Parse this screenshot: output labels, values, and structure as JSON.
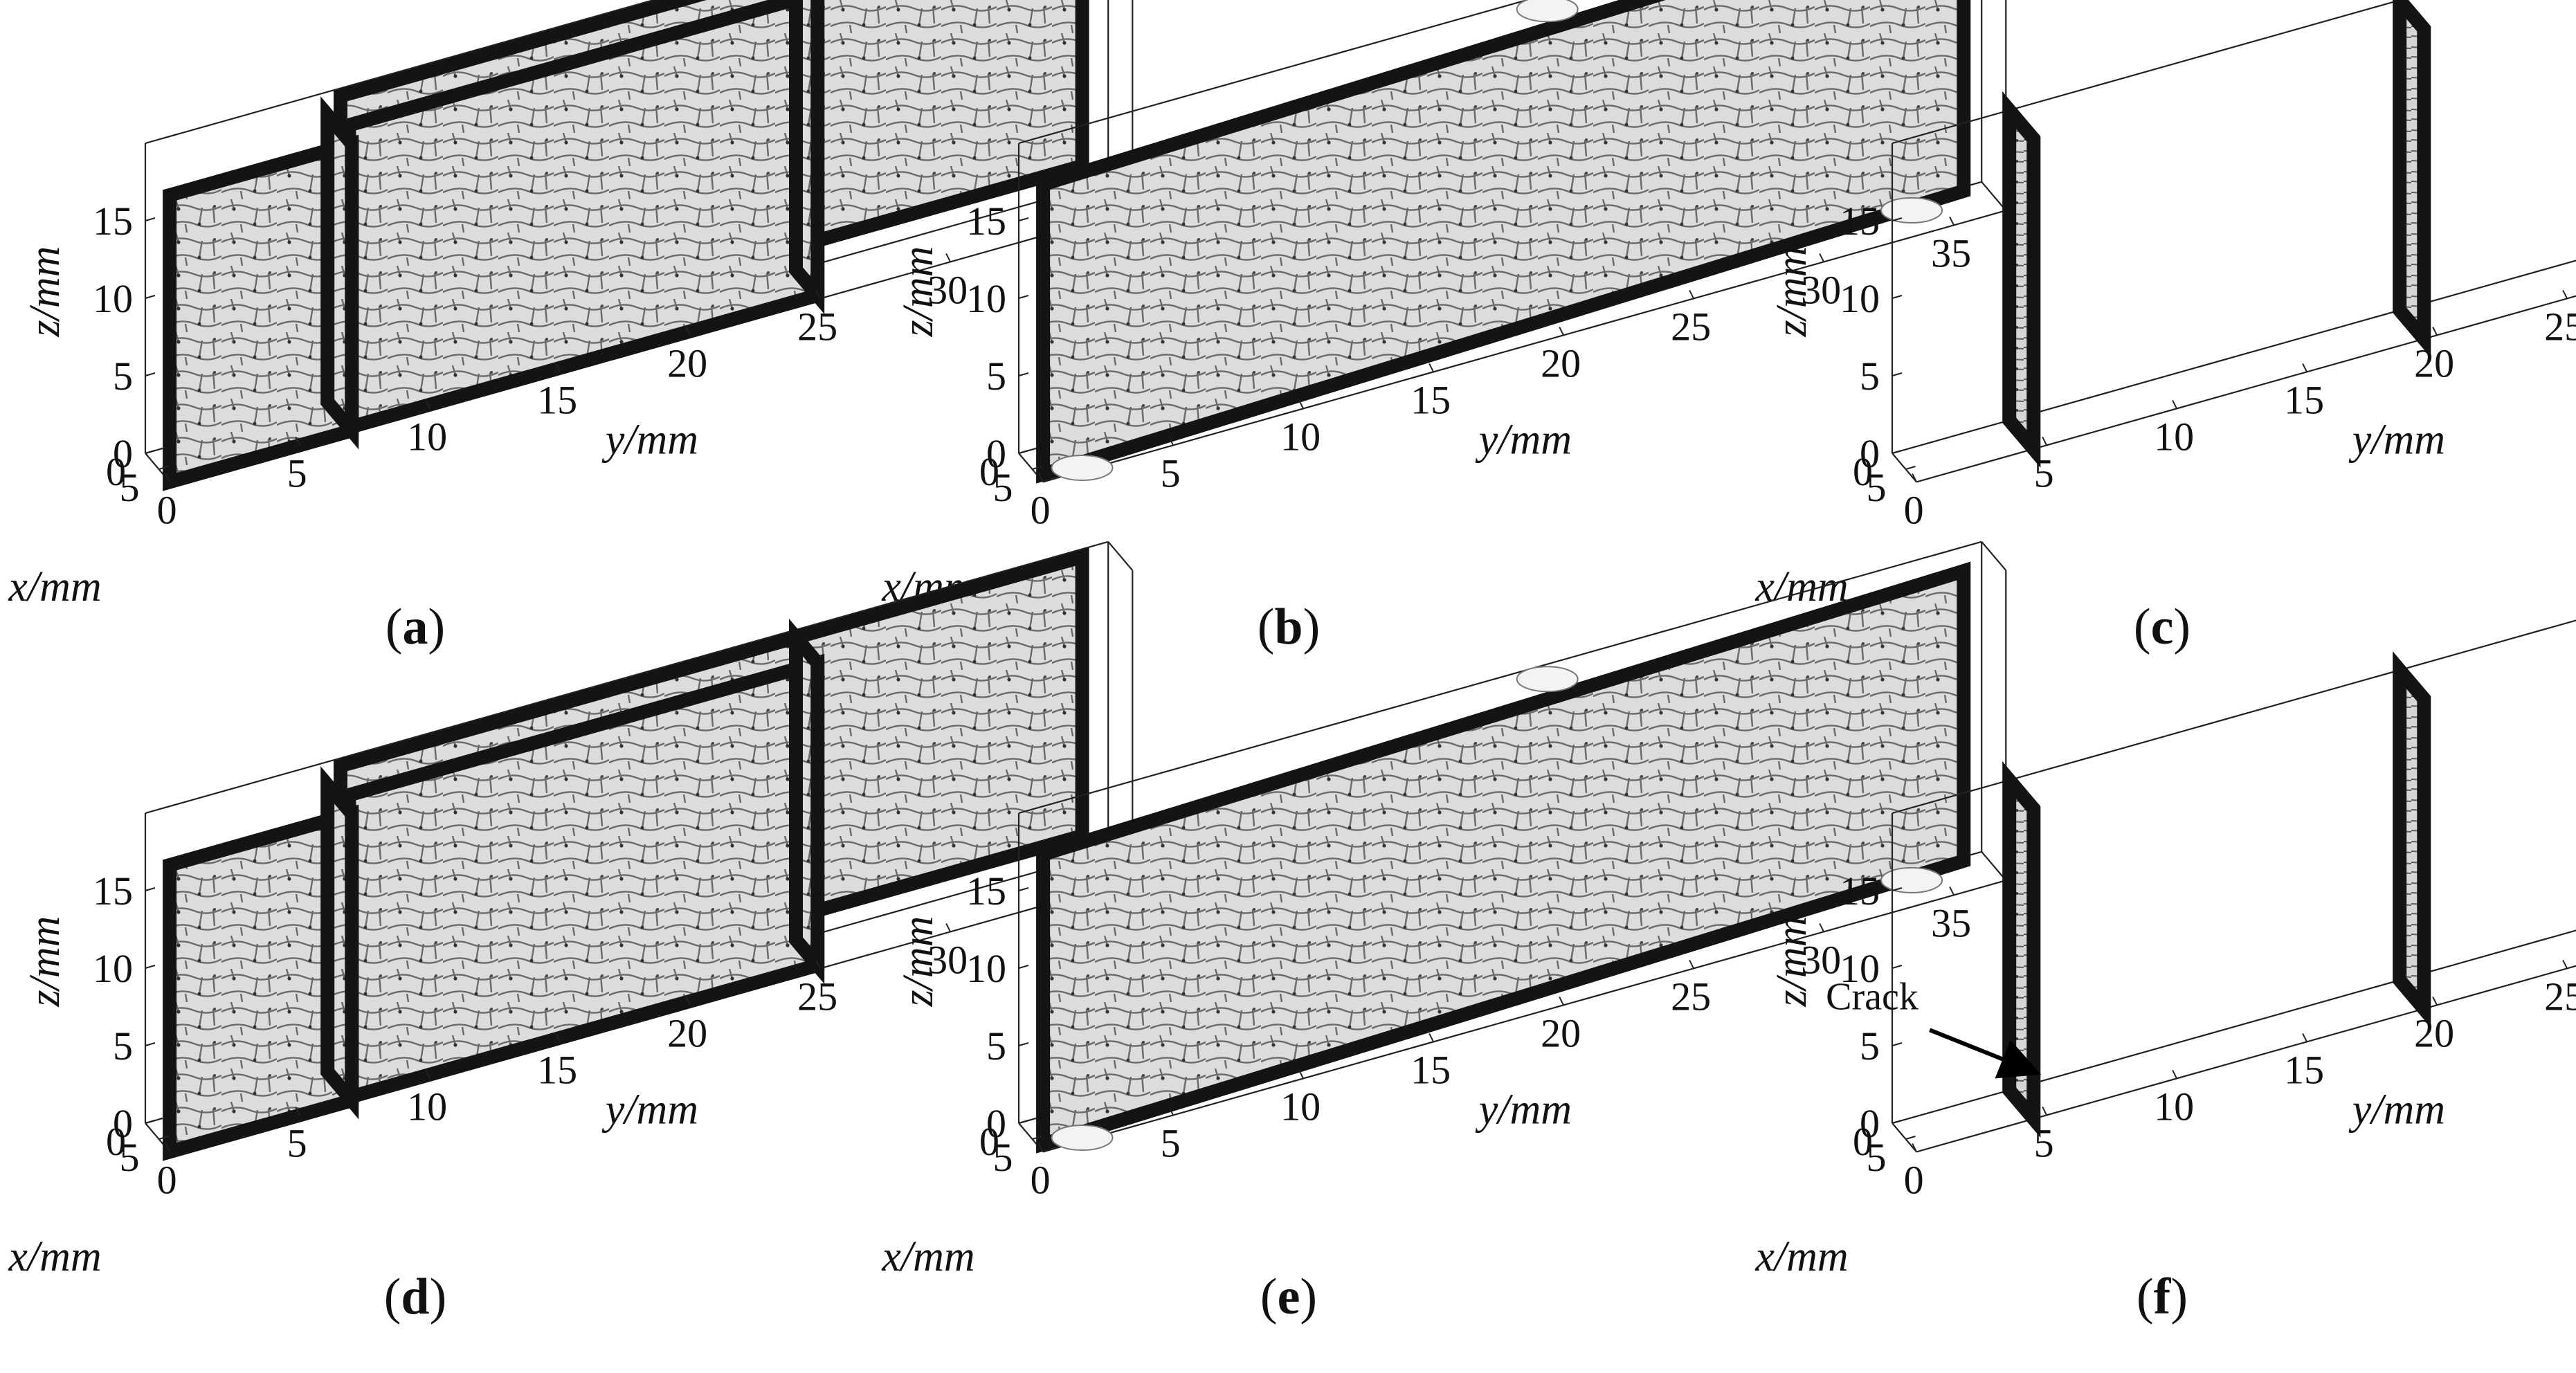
{
  "panels": [
    {
      "id": "a",
      "slices": "three-walls"
    },
    {
      "id": "b",
      "slices": "single-diagonal"
    },
    {
      "id": "c",
      "slices": "two-thin"
    },
    {
      "id": "d",
      "slices": "three-walls"
    },
    {
      "id": "e",
      "slices": "single-diagonal"
    },
    {
      "id": "f",
      "slices": "two-thin"
    }
  ],
  "captions": {
    "a": {
      "open": "(",
      "letter": "a",
      "close": ")"
    },
    "b": {
      "open": "(",
      "letter": "b",
      "close": ")"
    },
    "c": {
      "open": "(",
      "letter": "c",
      "close": ")"
    },
    "d": {
      "open": "(",
      "letter": "d",
      "close": ")"
    },
    "e": {
      "open": "(",
      "letter": "e",
      "close": ")"
    },
    "f": {
      "open": "(",
      "letter": "f",
      "close": ")"
    }
  },
  "axes": {
    "x_label": "x/mm",
    "y_label": "y/mm",
    "z_label": "z/mm",
    "x_ticks": [
      "0",
      "5"
    ],
    "y_ticks": [
      "0",
      "5",
      "10",
      "15",
      "20",
      "25",
      "30",
      "35"
    ],
    "z_ticks": [
      "0",
      "5",
      "10",
      "15"
    ]
  },
  "annotation": {
    "panel": "f",
    "text": "Crack"
  },
  "colors": {
    "slice_border": "#141414",
    "slice_fill": "#d9d9d9",
    "texture": "#5a5a5a",
    "axis_line": "#222222"
  }
}
